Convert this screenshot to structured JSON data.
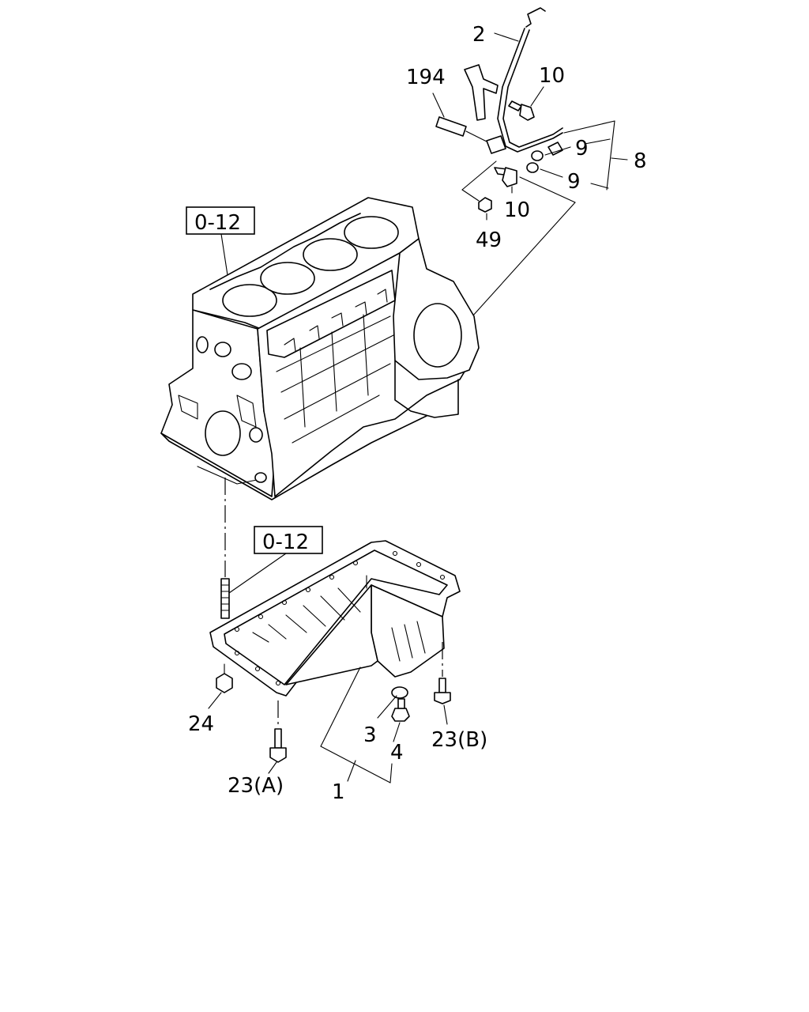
{
  "labels": {
    "p2": "2",
    "p194": "194",
    "p10a": "10",
    "p9a": "9",
    "p8": "8",
    "p9b": "9",
    "p10b": "10",
    "p49": "49",
    "ref1": "0-12",
    "ref2": "0-12",
    "p24": "24",
    "p3": "3",
    "p4": "4",
    "p23b": "23(B)",
    "p23a": "23(A)",
    "p1": "1"
  }
}
